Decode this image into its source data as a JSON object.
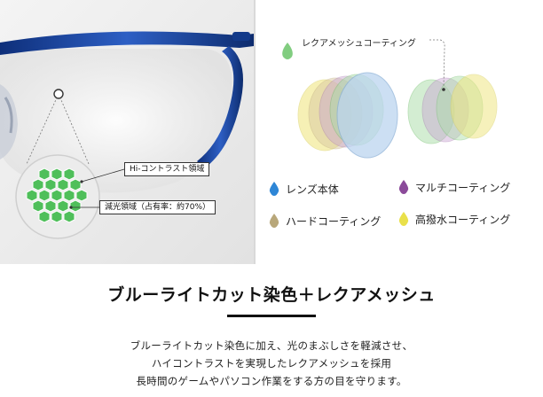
{
  "left": {
    "callout_hi_contrast": "Hi-コントラスト領域",
    "callout_dimming": "減光領域（占有率：約70%）"
  },
  "right": {
    "coating_label": "レクアメッシュコーティング",
    "legend": [
      {
        "label": "レンズ本体",
        "color": "#2e86d6",
        "icon": "blue-drop-icon"
      },
      {
        "label": "マルチコーティング",
        "color": "#8b4a9a",
        "icon": "purple-drop-icon"
      },
      {
        "label": "ハードコーティング",
        "color": "#b8a77a",
        "icon": "tan-drop-icon"
      },
      {
        "label": "高撥水コーティング",
        "color": "#e9e04a",
        "icon": "yellow-drop-icon"
      }
    ]
  },
  "headline": "ブルーライトカット染色＋レクアメッシュ",
  "body": [
    "ブルーライトカット染色に加え、光のまぶしさを軽減させ、",
    "ハイコントラストを実現したレクアメッシュを採用",
    "長時間のゲームやパソコン作業をする方の目を守ります。"
  ]
}
